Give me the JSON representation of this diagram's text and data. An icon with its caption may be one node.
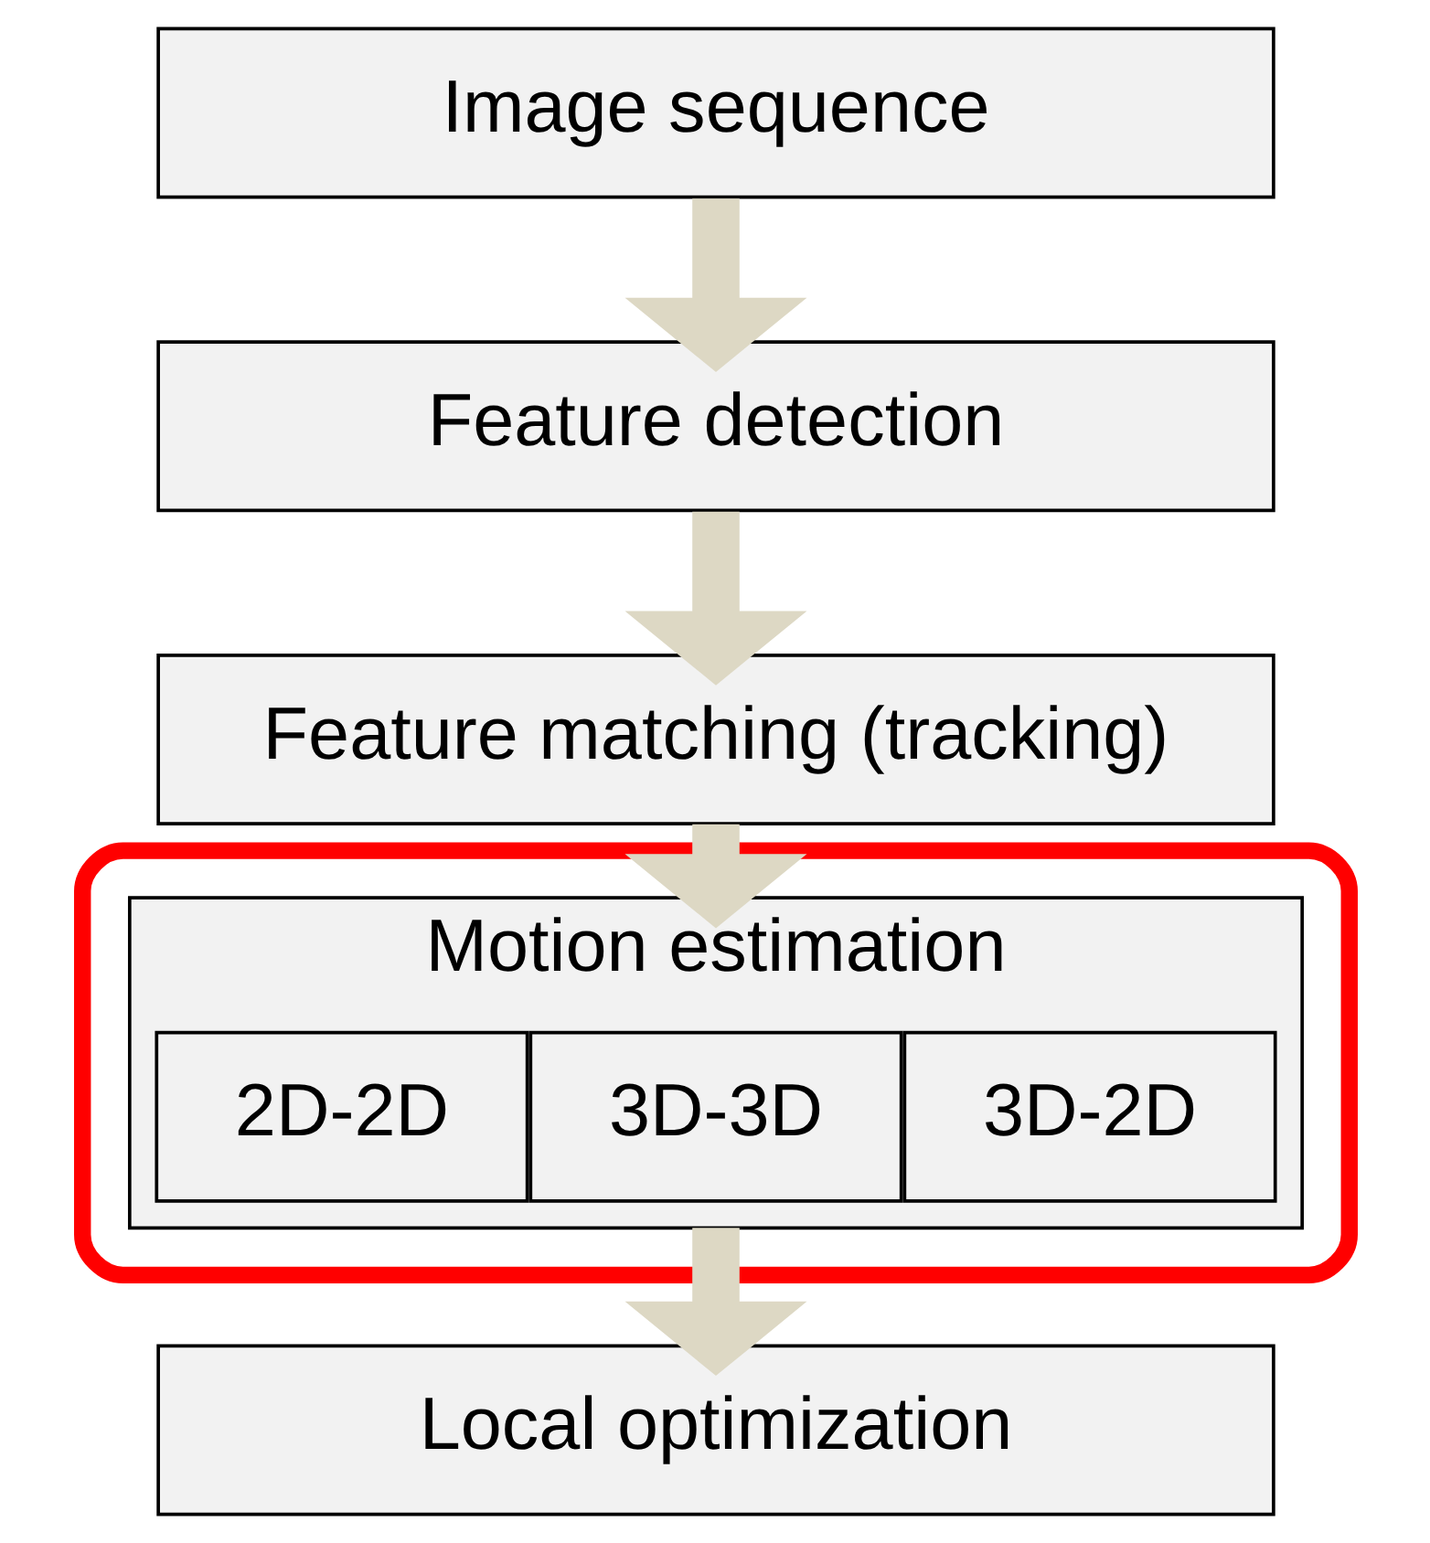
{
  "diagram": {
    "nodes": [
      {
        "text": [
          "Image sequence"
        ]
      },
      {
        "text": [
          "Feature detection"
        ]
      },
      {
        "text": [
          "Feature matching (tracking)"
        ]
      },
      {
        "text": [],
        "shape": "box"
      },
      {
        "text": [
          "Motion estimation"
        ],
        "in": 3
      },
      {
        "text": [
          "2D-2D"
        ],
        "in": 4
      },
      {
        "text": [
          "3D-3D"
        ],
        "in": 4
      },
      {
        "text": [
          "3D-2D"
        ],
        "in": 4
      },
      {
        "text": [
          "Local optimization"
        ]
      }
    ],
    "edges": [
      {
        "from": 0,
        "to": 1,
        "arrow": "to"
      },
      {
        "from": 1,
        "to": 2,
        "arrow": "to"
      },
      {
        "from": 2,
        "to": 4,
        "arrow": "to"
      },
      {
        "from": 4,
        "to": 8,
        "arrow": "to"
      }
    ]
  }
}
